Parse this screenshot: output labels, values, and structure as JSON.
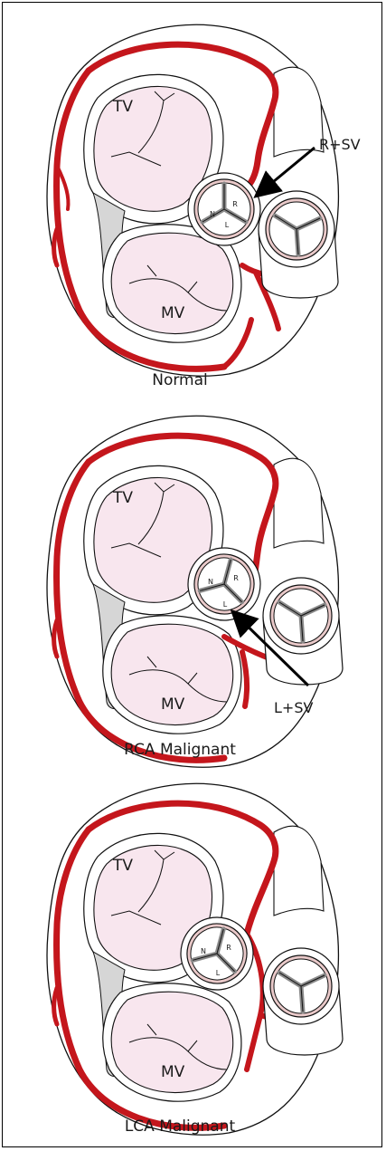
{
  "panels": [
    {
      "caption": "Normal",
      "chambers": {
        "tv": "TV",
        "mv": "MV"
      },
      "aortic_cusps": {
        "r": "R",
        "n": "N",
        "l": "L"
      },
      "arrow_label": "R+SV"
    },
    {
      "caption": "RCA Malignant",
      "chambers": {
        "tv": "TV",
        "mv": "MV"
      },
      "aortic_cusps": {
        "r": "R",
        "n": "N",
        "l": "L"
      },
      "arrow_label": "L+SV"
    },
    {
      "caption": "LCA Malignant",
      "chambers": {
        "tv": "TV",
        "mv": "MV"
      },
      "aortic_cusps": {
        "r": "R",
        "n": "N",
        "l": "L"
      }
    }
  ],
  "colors": {
    "artery": "#c4161c",
    "chamber_fill": "#f8e6ee",
    "septum_fill": "#d6d6d6",
    "valve_ring": "#e9c9c9",
    "outline": "#111111"
  }
}
